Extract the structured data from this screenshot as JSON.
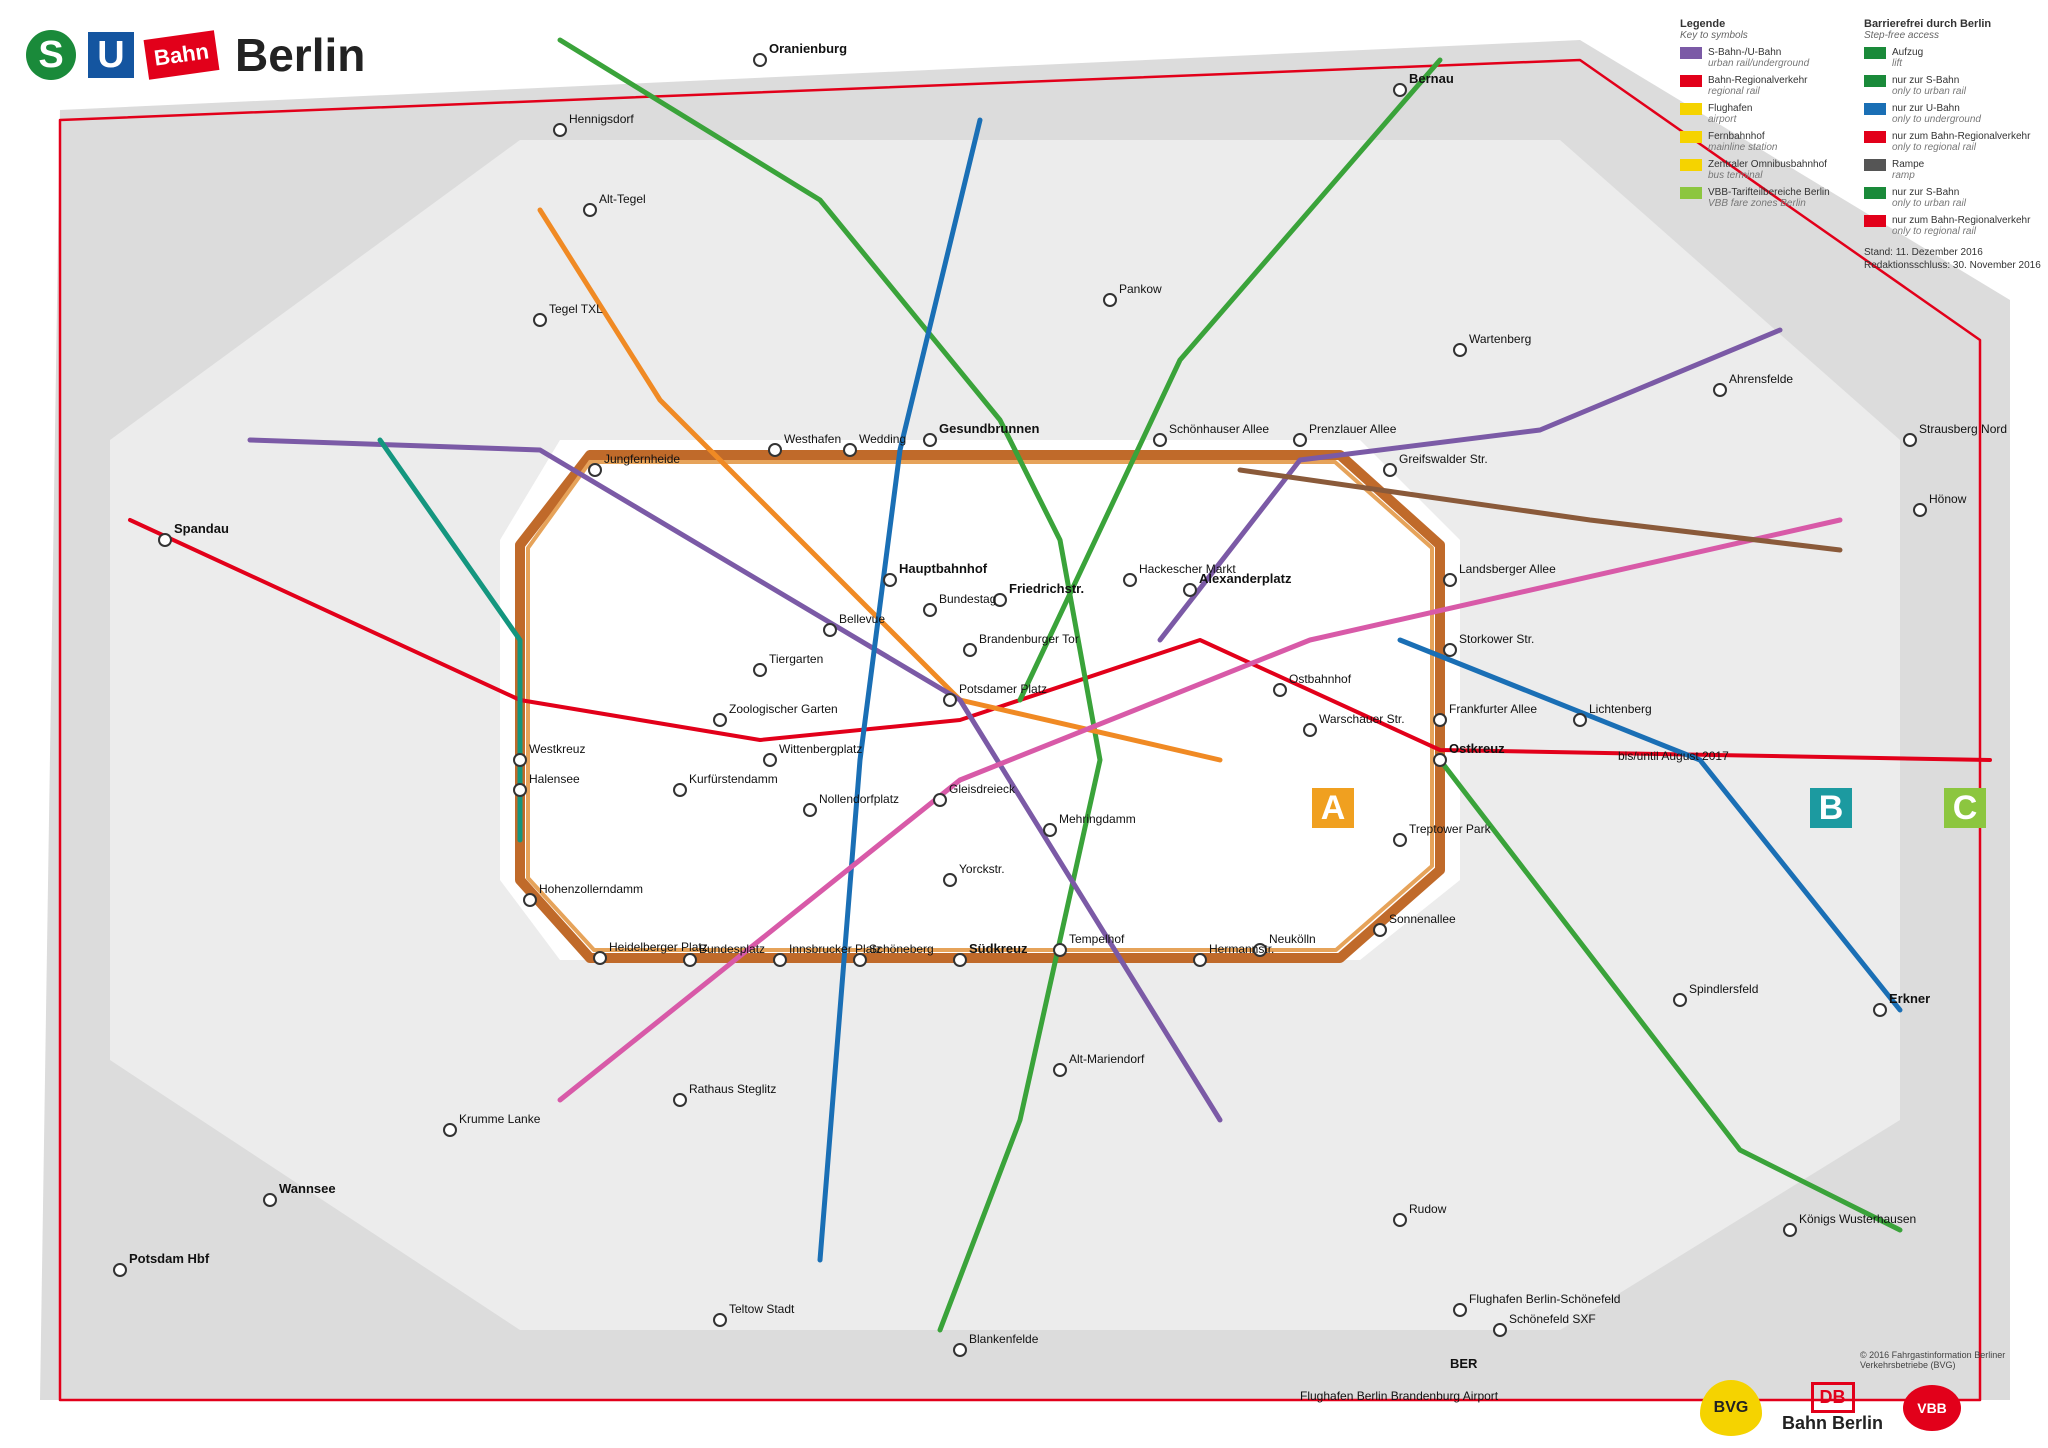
{
  "title": "Berlin",
  "brand": {
    "s": "S",
    "u": "U",
    "bahn": "Bahn"
  },
  "legend": {
    "heading": "Legende",
    "heading_en": "Key to symbols",
    "items": [
      {
        "label": "S-Bahn-/U-Bahn",
        "en": "urban rail/underground"
      },
      {
        "label": "Bahn-Regionalverkehr",
        "en": "regional rail"
      },
      {
        "label": "Flughafen",
        "en": "airport"
      },
      {
        "label": "Fernbahnhof",
        "en": "mainline station"
      },
      {
        "label": "Zentraler Omnibusbahnhof",
        "en": "bus terminal"
      },
      {
        "label": "VBB-Tarifteilbereiche Berlin",
        "en": "VBB fare zones Berlin"
      }
    ],
    "access_heading": "Barrierefrei durch Berlin",
    "access_heading_en": "Step-free access",
    "access_items": [
      {
        "label": "Aufzug",
        "en": "lift"
      },
      {
        "label": "nur zur S-Bahn",
        "en": "only to urban rail"
      },
      {
        "label": "nur zur U-Bahn",
        "en": "only to underground"
      },
      {
        "label": "nur zum Bahn-Regionalverkehr",
        "en": "only to regional rail"
      },
      {
        "label": "Rampe",
        "en": "ramp"
      },
      {
        "label": "nur zur S-Bahn",
        "en": "only to urban rail"
      },
      {
        "label": "nur zum Bahn-Regionalverkehr",
        "en": "only to regional rail"
      }
    ]
  },
  "stand": [
    "Stand: 11. Dezember 2016",
    "Redaktionsschluss: 30. November 2016"
  ],
  "copyright": "© 2016 Fahrgastinformation Berliner Verkehrsbetriebe (BVG)",
  "zones": [
    "A",
    "B",
    "C"
  ],
  "colors": {
    "zoneC": "#d9d9d9",
    "zoneB": "#ebebeb",
    "zoneA": "#ffffff",
    "ring": "#c06a2a",
    "regional": "#e2001a",
    "sbahn_green": "#3aa33a",
    "u_blue": "#1a6fb5",
    "u_orange": "#f08a24",
    "purple": "#7b5aa6",
    "teal": "#14967f",
    "pink": "#d85aa8",
    "brown": "#8a5a3a"
  },
  "stations": {
    "ring": [
      "Westkreuz",
      "Jungfernheide",
      "Westhafen",
      "Wedding",
      "Gesundbrunnen",
      "Schönhauser Allee",
      "Prenzlauer Allee",
      "Greifswalder Str.",
      "Landsberger Allee",
      "Storkower Str.",
      "Frankfurter Allee",
      "Ostkreuz",
      "Treptower Park",
      "Sonnenallee",
      "Neukölln",
      "Hermannstr.",
      "Tempelhof",
      "Südkreuz",
      "Schöneberg",
      "Innsbrucker Platz",
      "Bundesplatz",
      "Heidelberger Platz",
      "Hohenzollerndamm",
      "Halensee"
    ],
    "center": [
      "Friedrichstr.",
      "Alexanderplatz",
      "Hauptbahnhof",
      "Potsdamer Platz",
      "Zoologischer Garten",
      "Warschauer Str.",
      "Ostbahnhof",
      "Hackescher Markt",
      "Bellevue",
      "Tiergarten",
      "Brandenburger Tor",
      "Bundestag",
      "Nollendorfplatz",
      "Wittenbergplatz",
      "Kurfürstendamm",
      "Mehringdamm",
      "Gleisdreieck",
      "Yorckstr."
    ],
    "outer": [
      "Spandau",
      "Wannsee",
      "Potsdam Hbf",
      "Oranienburg",
      "Bernau",
      "Erkner",
      "Königs Wusterhausen",
      "Flughafen Berlin-Schönefeld",
      "Teltow Stadt",
      "Blankenfelde",
      "Alt-Tegel",
      "Pankow",
      "Lichtenberg",
      "Ahrensfelde",
      "Wartenberg",
      "Hönow",
      "Rudow",
      "Alt-Mariendorf",
      "Krumme Lanke",
      "Rathaus Steglitz",
      "Spindlersfeld",
      "Strausberg Nord",
      "Hennigsdorf",
      "Tegel TXL",
      "Schönefeld SXF"
    ]
  },
  "airport_note": "Flughafen Berlin Brandenburg Airport",
  "ber_label": "BER",
  "closure_note": "bis/until August 2017"
}
